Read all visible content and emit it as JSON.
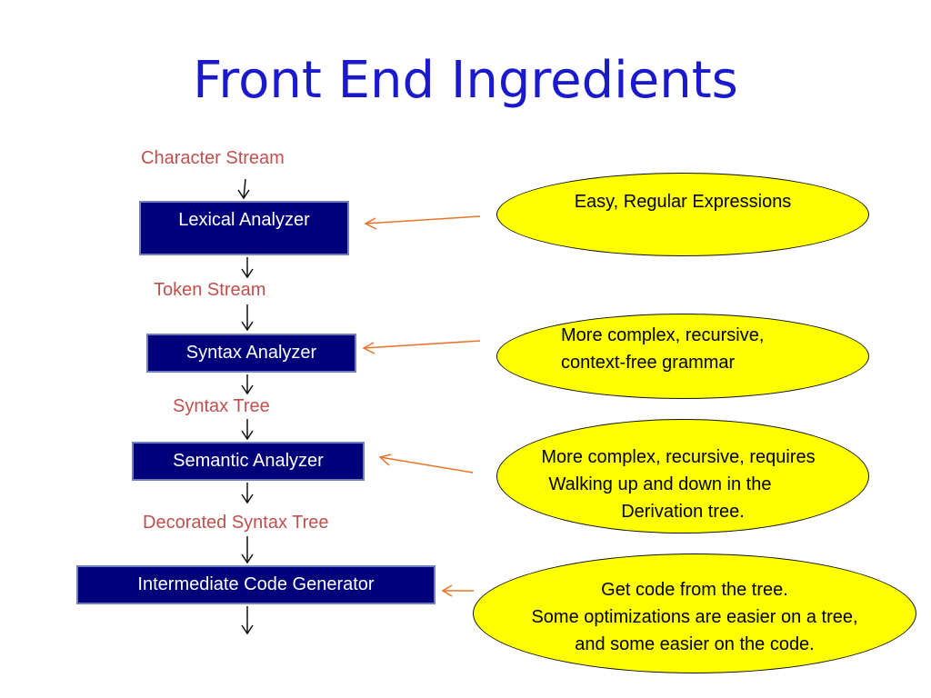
{
  "title": "Front End Ingredients",
  "stages": {
    "character_stream": "Character Stream",
    "lexical_analyzer": "Lexical Analyzer",
    "token_stream": "Token Stream",
    "syntax_analyzer": "Syntax Analyzer",
    "syntax_tree": "Syntax Tree",
    "semantic_analyzer": "Semantic Analyzer",
    "decorated_syntax_tree": "Decorated Syntax Tree",
    "intermediate_code_generator": "Intermediate Code Generator"
  },
  "notes": {
    "lexical": [
      "Easy, Regular Expressions"
    ],
    "syntax": [
      "More complex, recursive,",
      "context-free grammar"
    ],
    "semantic": [
      "More complex, recursive, requires",
      "Walking up and down in the",
      "Derivation tree."
    ],
    "intermediate": [
      "Get code from the tree.",
      "Some optimizations are easier on a tree,",
      "and some easier on the code."
    ]
  },
  "colors": {
    "title": "#1a1acc",
    "stream_label": "#c0504d",
    "box_fill": "#00007a",
    "bubble_fill": "#ffff00",
    "pointer_arrow": "#e8742a"
  }
}
